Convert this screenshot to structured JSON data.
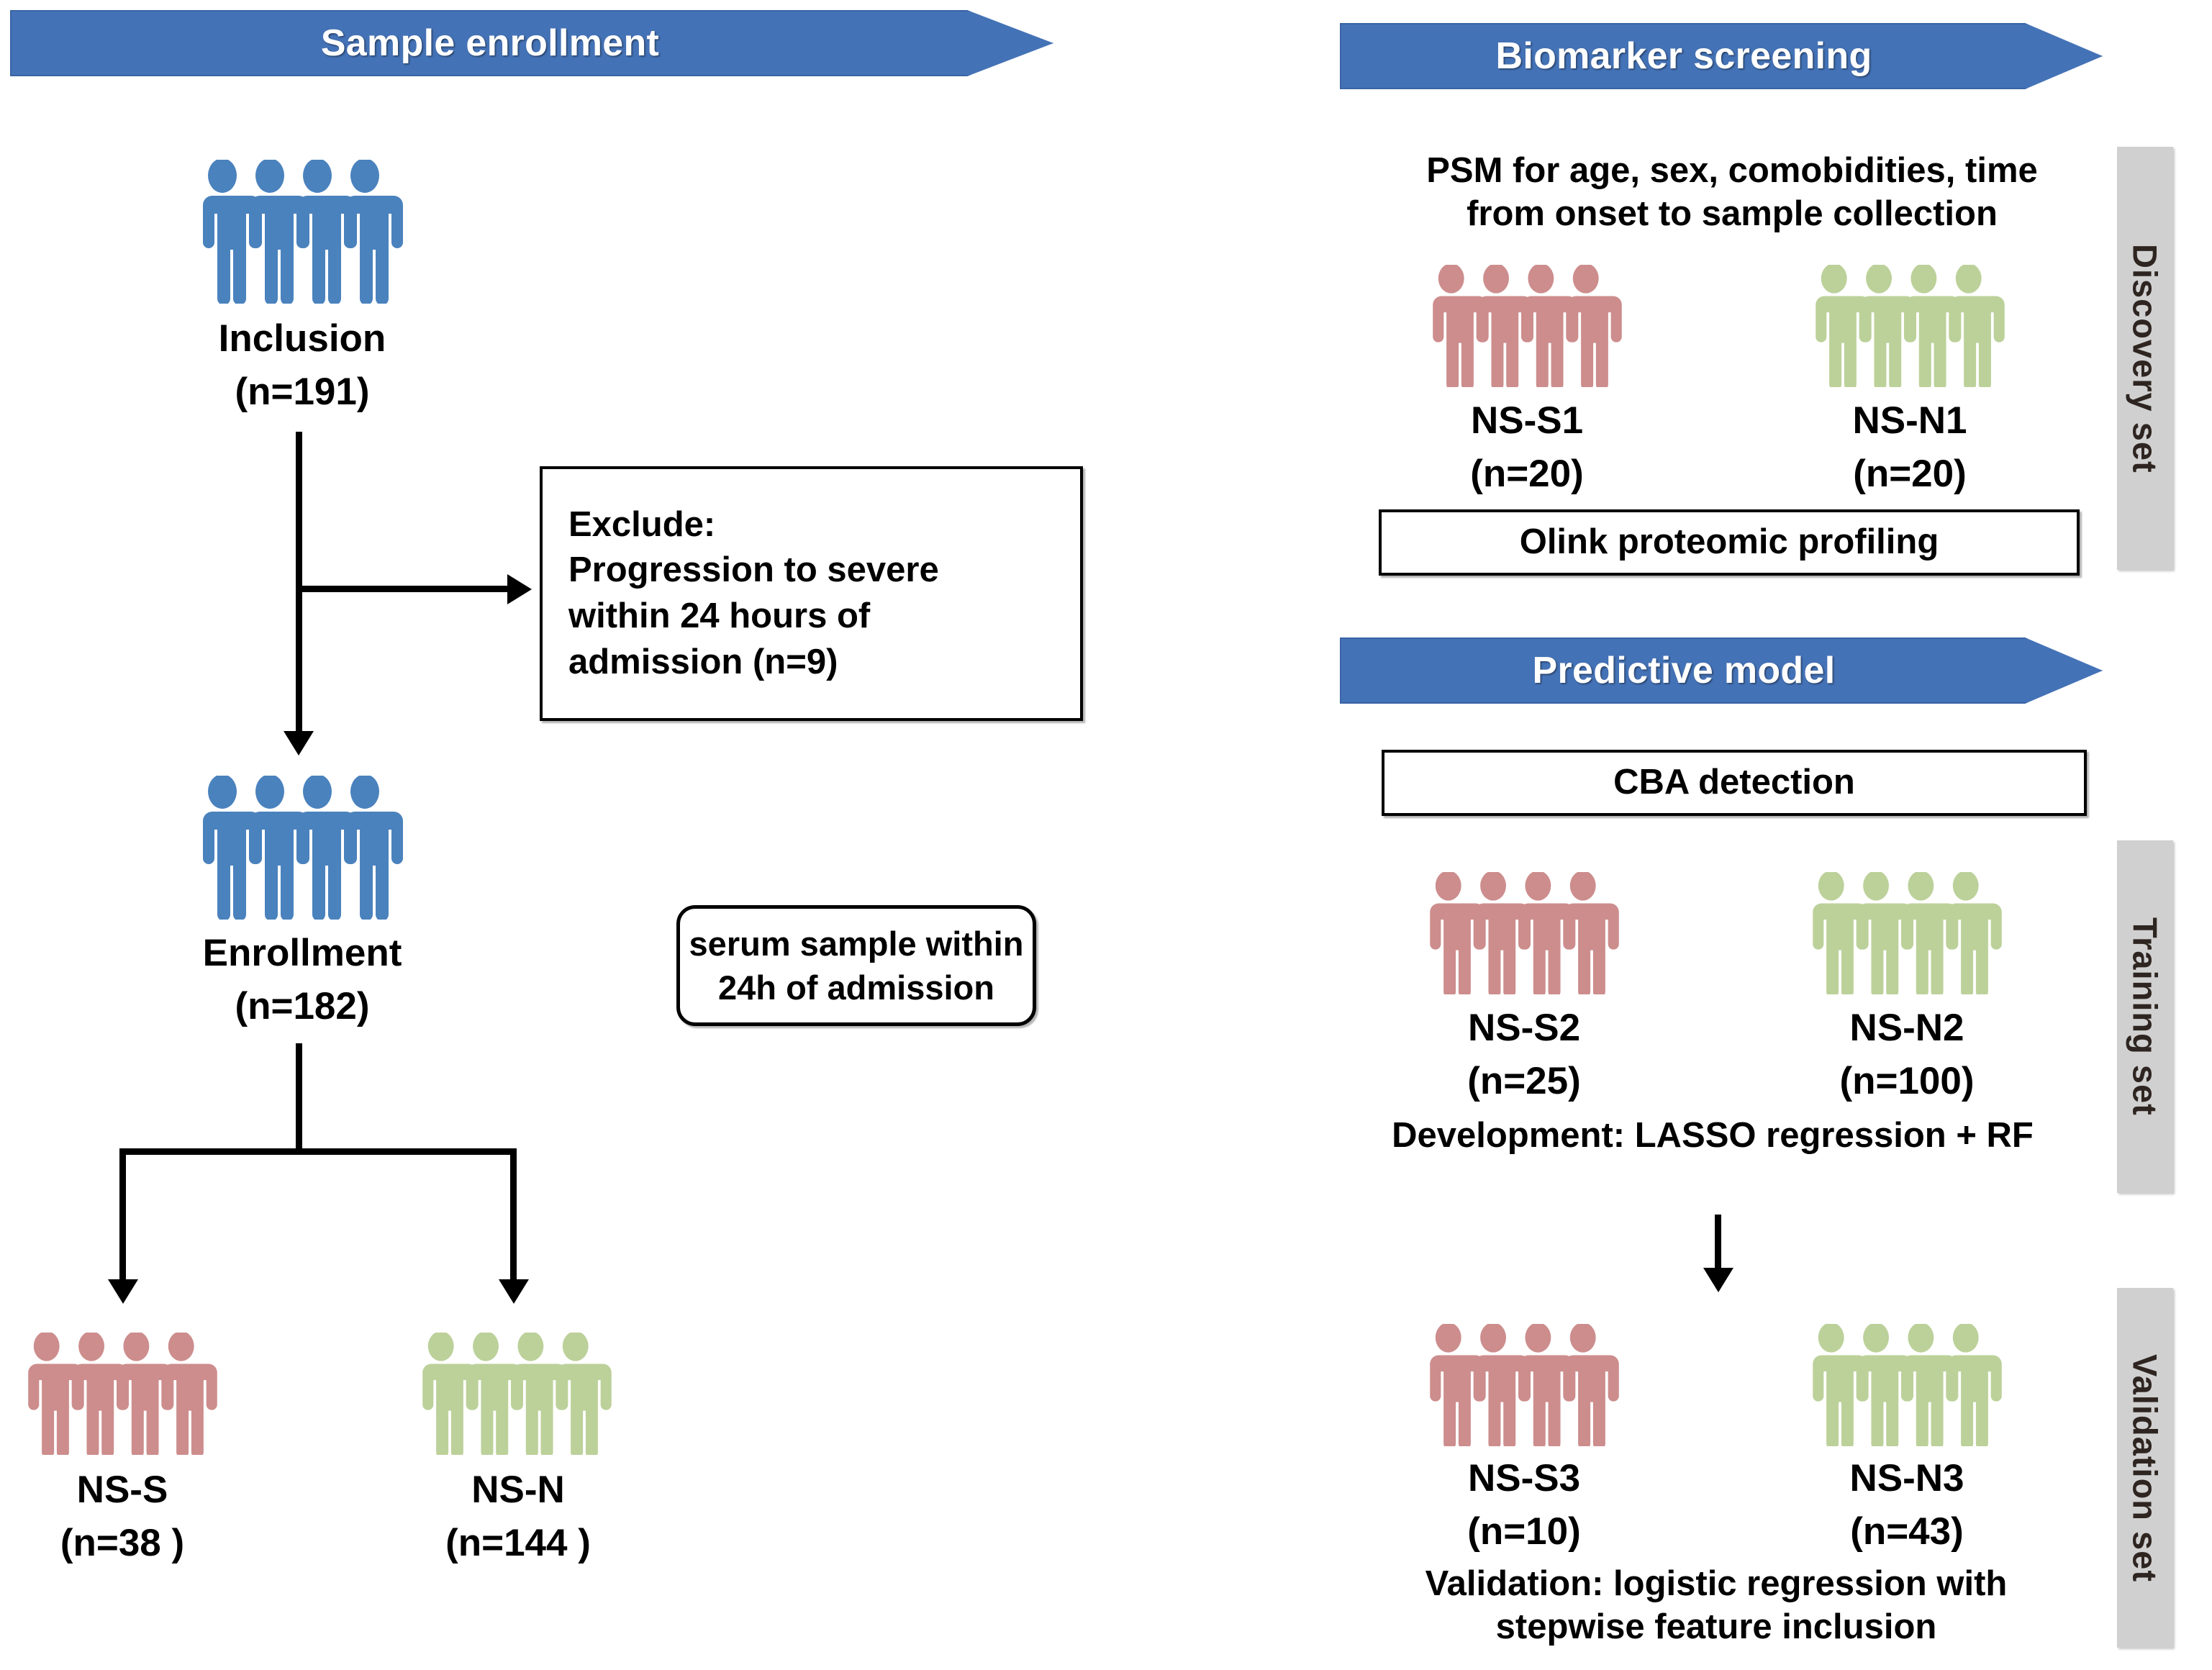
{
  "figure": {
    "type": "study-flow-diagram",
    "colors": {
      "banner_blue": "#4472b6",
      "severe_group_red": "#cd8d8d",
      "non_severe_group_green": "#bcd19a",
      "inclusion_blue": "#4a82bd",
      "side_tab_gray": "#d0d0d0",
      "connector_black": "#000000",
      "banner_text": "#ffffff"
    }
  },
  "left_panel": {
    "banner": "Sample enrollment",
    "inclusion": {
      "label": "Inclusion",
      "count": "(n=191)",
      "icon_color": "#4a82bd"
    },
    "exclude_box": "Exclude:\nProgression to severe\nwithin 24 hours of\nadmission (n=9)",
    "enrollment": {
      "label": "Enrollment",
      "count": "(n=182)",
      "icon_color": "#4a82bd"
    },
    "serum_note": "serum sample within\n24h of admission",
    "groups": [
      {
        "label": "NS-S",
        "count": "(n=38 )",
        "icon_color": "#cd8d8d"
      },
      {
        "label": "NS-N",
        "count": "(n=144 )",
        "icon_color": "#bcd19a"
      }
    ]
  },
  "right_panel": {
    "banner_biomarker": "Biomarker screening",
    "banner_predictive": "Predictive model",
    "psm_note": "PSM for age, sex, comobidities, time\nfrom onset to sample collection",
    "discovery": {
      "tab_label": "Discovery set",
      "groups": [
        {
          "label": "NS-S1",
          "count": "(n=20)",
          "icon_color": "#cd8d8d"
        },
        {
          "label": "NS-N1",
          "count": "(n=20)",
          "icon_color": "#bcd19a"
        }
      ],
      "method_box": "Olink proteomic profiling"
    },
    "predictive": {
      "detection_box": "CBA detection"
    },
    "training": {
      "tab_label": "Training set",
      "groups": [
        {
          "label": "NS-S2",
          "count": "(n=25)",
          "icon_color": "#cd8d8d"
        },
        {
          "label": "NS-N2",
          "count": "(n=100)",
          "icon_color": "#bcd19a"
        }
      ],
      "method_note": "Development: LASSO regression + RF"
    },
    "validation": {
      "tab_label": "Validation set",
      "groups": [
        {
          "label": "NS-S3",
          "count": "(n=10)",
          "icon_color": "#cd8d8d"
        },
        {
          "label": "NS-N3",
          "count": "(n=43)",
          "icon_color": "#bcd19a"
        }
      ],
      "method_note": "Validation:  logistic regression with\nstepwise feature inclusion"
    }
  }
}
